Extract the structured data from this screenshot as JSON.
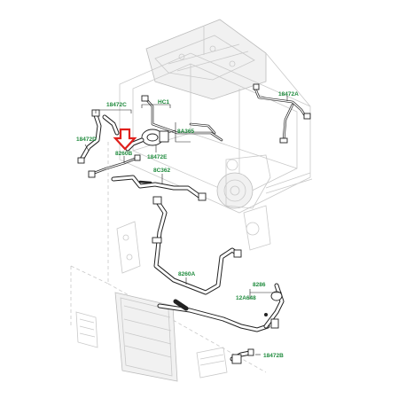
{
  "callouts": {
    "c18472C": "18472C",
    "cHC1": "HC1",
    "c18472A": "18472A",
    "c18472D": "18472D",
    "c8A365": "8A365",
    "c8260B": "8260B",
    "c18472E": "18472E",
    "c8C362": "8C362",
    "c8260A": "8260A",
    "c8286": "8286",
    "c12A648": "12A648",
    "c18472B": "18472B"
  },
  "colors": {
    "callout_text": "#1e8a3c",
    "highlight_arrow": "#e0201c",
    "line_art": "#222222",
    "ghost_art": "#c9c9c9"
  }
}
